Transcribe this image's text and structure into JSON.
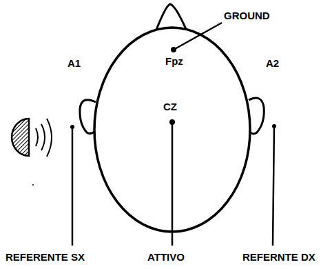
{
  "diagram": {
    "labels": [
      "GROUND",
      "Fpz",
      "A1",
      "CZ",
      "A2",
      "REFERENTE SX",
      "ATTIVO",
      "REFERNTE DX"
    ]
  }
}
